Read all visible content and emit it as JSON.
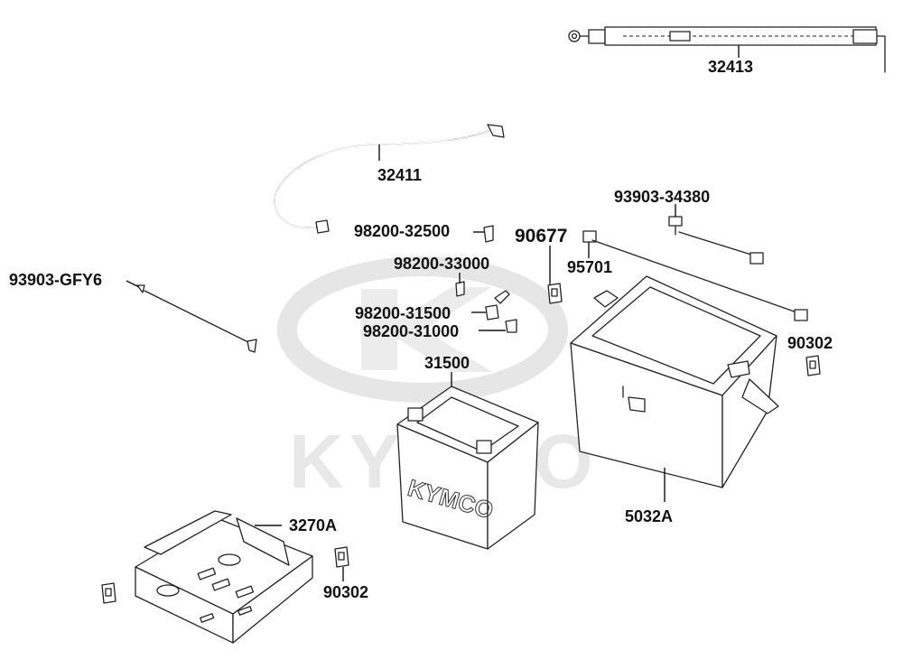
{
  "watermark": {
    "brand": "KYMCO"
  },
  "battery": {
    "brand_text": "KYMCO"
  },
  "callouts": [
    {
      "id": "c-32413",
      "label": "32413"
    },
    {
      "id": "c-32411",
      "label": "32411"
    },
    {
      "id": "c-93903-34380",
      "label": "93903-34380"
    },
    {
      "id": "c-98200-32500",
      "label": "98200-32500"
    },
    {
      "id": "c-90677",
      "label": "90677"
    },
    {
      "id": "c-95701",
      "label": "95701"
    },
    {
      "id": "c-98200-33000",
      "label": "98200-33000"
    },
    {
      "id": "c-93903-gfy6",
      "label": "93903-GFY6"
    },
    {
      "id": "c-98200-31500",
      "label": "98200-31500"
    },
    {
      "id": "c-98200-31000",
      "label": "98200-31000"
    },
    {
      "id": "c-90302-a",
      "label": "90302"
    },
    {
      "id": "c-31500",
      "label": "31500"
    },
    {
      "id": "c-3270a",
      "label": "3270A"
    },
    {
      "id": "c-5032a",
      "label": "5032A"
    },
    {
      "id": "c-90302-b",
      "label": "90302"
    }
  ]
}
